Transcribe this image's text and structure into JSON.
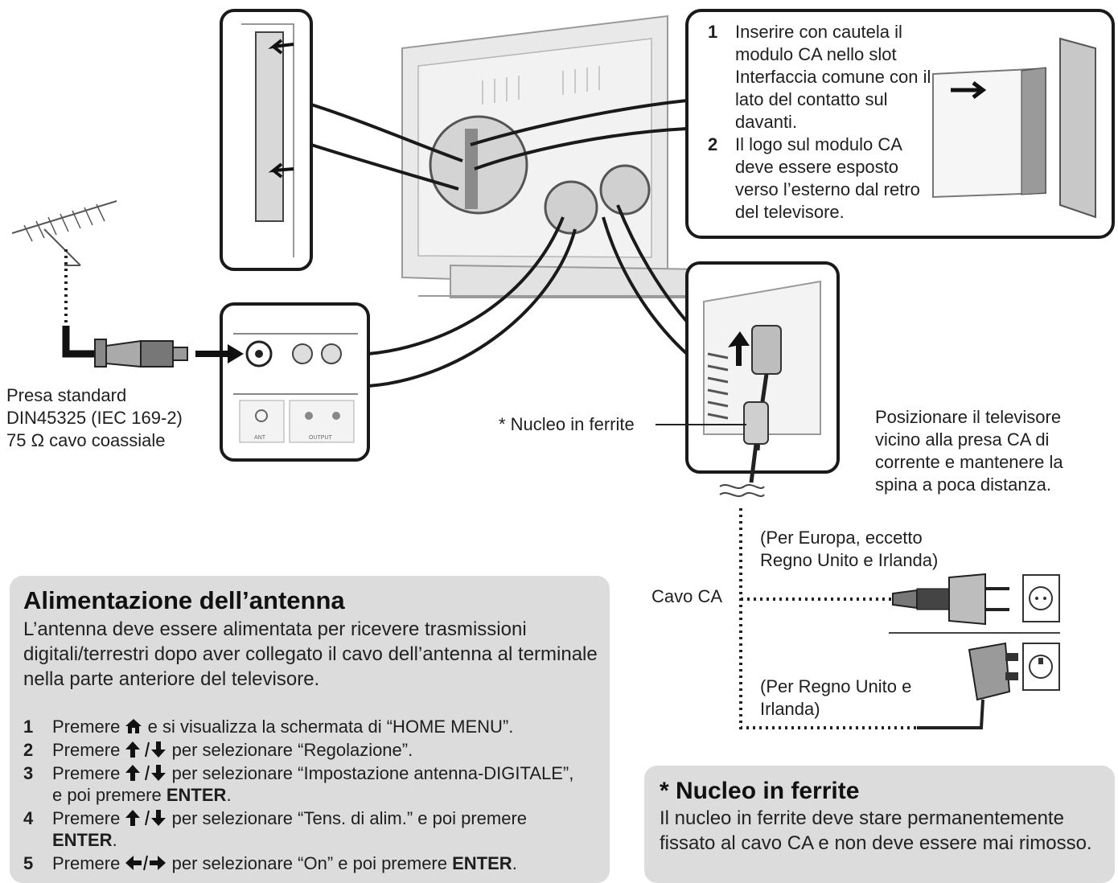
{
  "ca_module": {
    "step1_num": "1",
    "step1_text": "Inserire con cautela il modulo CA nello slot Interfaccia comune con il lato del contatto sul davanti.",
    "step2_num": "2",
    "step2_text": "Il logo sul modulo CA deve essere esposto verso l’esterno dal retro del televisore."
  },
  "antenna_socket": {
    "line1": "Presa standard",
    "line2": "DIN45325 (IEC 169-2)",
    "line3": "75 Ω cavo coassiale",
    "panel_ant": "ANT",
    "panel_output": "OUTPUT"
  },
  "ferrite_label": "* Nucleo in ferrite",
  "tv_position_note": "Posizionare il televisore vicino alla presa CA di corrente e mantenere la spina a poca distanza.",
  "plug_eu": "(Per Europa, eccetto Regno Unito e Irlanda)",
  "plug_uk": "(Per Regno Unito e Irlanda)",
  "ac_cable_label": "Cavo CA",
  "antenna_power": {
    "title": "Alimentazione dell’antenna",
    "intro": "L’antenna deve essere alimentata per ricevere trasmissioni digitali/terrestri dopo aver collegato il cavo dell’antenna al terminale nella parte anteriore del televisore.",
    "steps": [
      {
        "num": "1",
        "a": "Premere",
        "icon": "home-icon",
        "b": "e si visualizza la schermata di “HOME MENU”."
      },
      {
        "num": "2",
        "a": "Premere",
        "icon": "up-down-arrows-icon",
        "b": "per selezionare “Regolazione”."
      },
      {
        "num": "3",
        "a": "Premere",
        "icon": "up-down-arrows-icon",
        "b": "per selezionare “Impostazione antenna-DIGITALE”, e poi premere",
        "bold": "ENTER",
        "c": "."
      },
      {
        "num": "4",
        "a": "Premere",
        "icon": "up-down-arrows-icon",
        "b": "per selezionare “Tens. di alim.” e poi premere",
        "bold": "ENTER",
        "c": "."
      },
      {
        "num": "5",
        "a": "Premere",
        "icon": "left-right-arrows-icon",
        "b": "per selezionare “On” e poi premere",
        "bold": "ENTER",
        "c": "."
      }
    ]
  },
  "ferrite_box": {
    "title": "* Nucleo in ferrite",
    "text": "Il nucleo in ferrite deve stare permanentemente fissato al cavo CA e non deve essere mai rimosso."
  }
}
